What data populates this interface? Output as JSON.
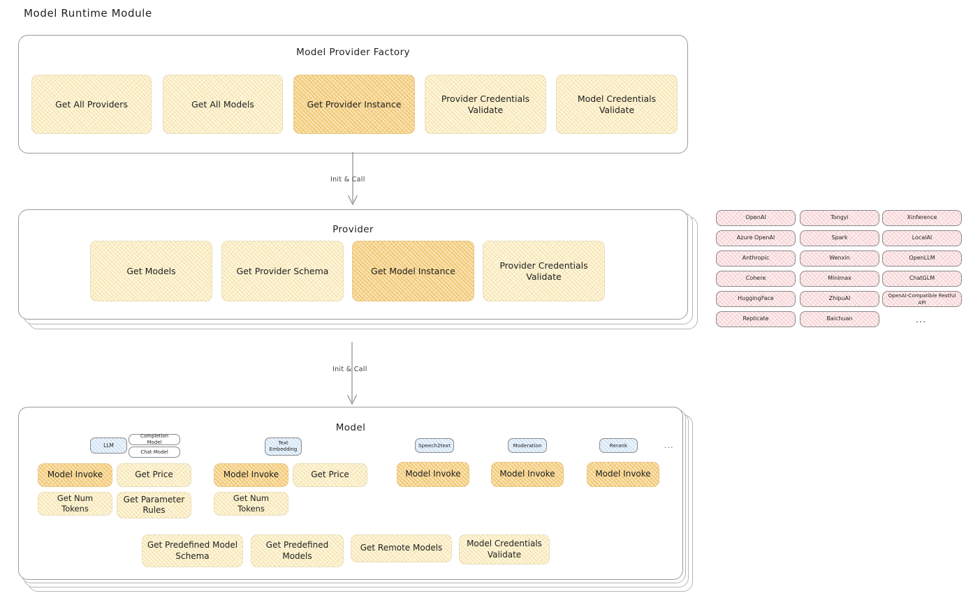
{
  "page": {
    "title": "Model Runtime Module"
  },
  "factory": {
    "title": "Model Provider Factory",
    "nodes": [
      {
        "label": "Get All Providers",
        "highlight": false
      },
      {
        "label": "Get All Models",
        "highlight": false
      },
      {
        "label": "Get Provider Instance",
        "highlight": true
      },
      {
        "label": "Provider Credentials Validate",
        "highlight": false
      },
      {
        "label": "Model Credentials Validate",
        "highlight": false
      }
    ]
  },
  "connector1": {
    "label": "Init & Call"
  },
  "provider": {
    "title": "Provider",
    "nodes": [
      {
        "label": "Get Models",
        "highlight": false
      },
      {
        "label": "Get Provider Schema",
        "highlight": false
      },
      {
        "label": "Get Model Instance",
        "highlight": true
      },
      {
        "label": "Provider Credentials Validate",
        "highlight": false
      }
    ]
  },
  "provider_list": {
    "columns": [
      [
        "OpenAI",
        "Azure OpenAI",
        "Anthropic",
        "Cohere",
        "HuggingFace",
        "Replicate"
      ],
      [
        "Tongyi",
        "Spark",
        "Wenxin",
        "Minimax",
        "ZhipuAI",
        "Baichuan"
      ],
      [
        "Xinference",
        "LocalAI",
        "OpenLLM",
        "ChatGLM",
        "OpenAI-Compatible Restful API"
      ]
    ],
    "more": "..."
  },
  "connector2": {
    "label": "Init & Call"
  },
  "model": {
    "title": "Model",
    "more": "...",
    "types": [
      {
        "badge": "LLM",
        "subchips": [
          "Completion Model",
          "Chat Model"
        ]
      },
      {
        "badge": "Text Embedding",
        "subchips": []
      },
      {
        "badge": "Speech2text",
        "subchips": []
      },
      {
        "badge": "Moderation",
        "subchips": []
      },
      {
        "badge": "Rerank",
        "subchips": []
      }
    ],
    "llm_ops": [
      {
        "label": "Model Invoke",
        "highlight": true
      },
      {
        "label": "Get Price",
        "highlight": false
      },
      {
        "label": "Get Num Tokens",
        "highlight": false
      },
      {
        "label": "Get Parameter Rules",
        "highlight": false
      }
    ],
    "embedding_ops": [
      {
        "label": "Model Invoke",
        "highlight": true
      },
      {
        "label": "Get Price",
        "highlight": false
      },
      {
        "label": "Get Num Tokens",
        "highlight": false
      }
    ],
    "speech2text_ops": [
      {
        "label": "Model Invoke",
        "highlight": true
      }
    ],
    "moderation_ops": [
      {
        "label": "Model Invoke",
        "highlight": true
      }
    ],
    "rerank_ops": [
      {
        "label": "Model Invoke",
        "highlight": true
      }
    ],
    "common_ops": [
      {
        "label": "Get Predefined Model Schema",
        "highlight": false
      },
      {
        "label": "Get Predefined Models",
        "highlight": false
      },
      {
        "label": "Get Remote Models",
        "highlight": false
      },
      {
        "label": "Model Credentials Validate",
        "highlight": false
      }
    ]
  },
  "colors": {
    "highlight": "#fbe3b4",
    "normal": "#fdf6df",
    "provider_chip": "#fdeff0",
    "badge": "#eaf3fb",
    "stroke": "#9a9a9a"
  }
}
